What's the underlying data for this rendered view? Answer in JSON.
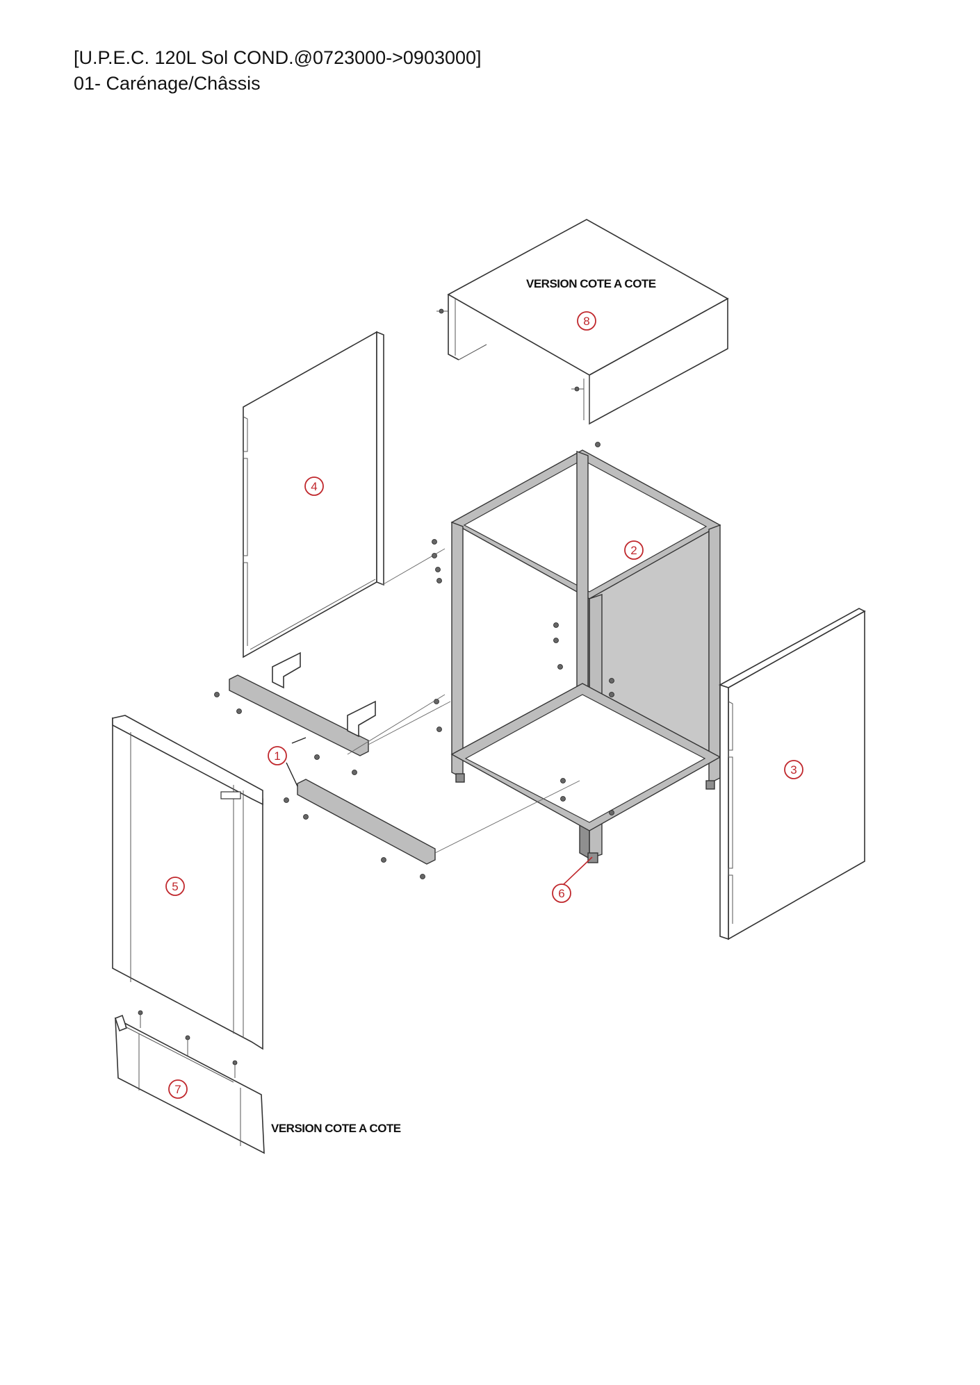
{
  "header": {
    "title": "[U.P.E.C. 120L Sol COND.@0723000->0903000]",
    "subtitle": "01- Carénage/Châssis"
  },
  "labels": {
    "version_top": "VERSION COTE A COTE",
    "version_bottom": "VERSION COTE A COTE"
  },
  "callouts": [
    "1",
    "2",
    "3",
    "4",
    "5",
    "6",
    "7",
    "8"
  ],
  "colors": {
    "callout": "#c0282d",
    "frame": "#bdbdbd"
  }
}
